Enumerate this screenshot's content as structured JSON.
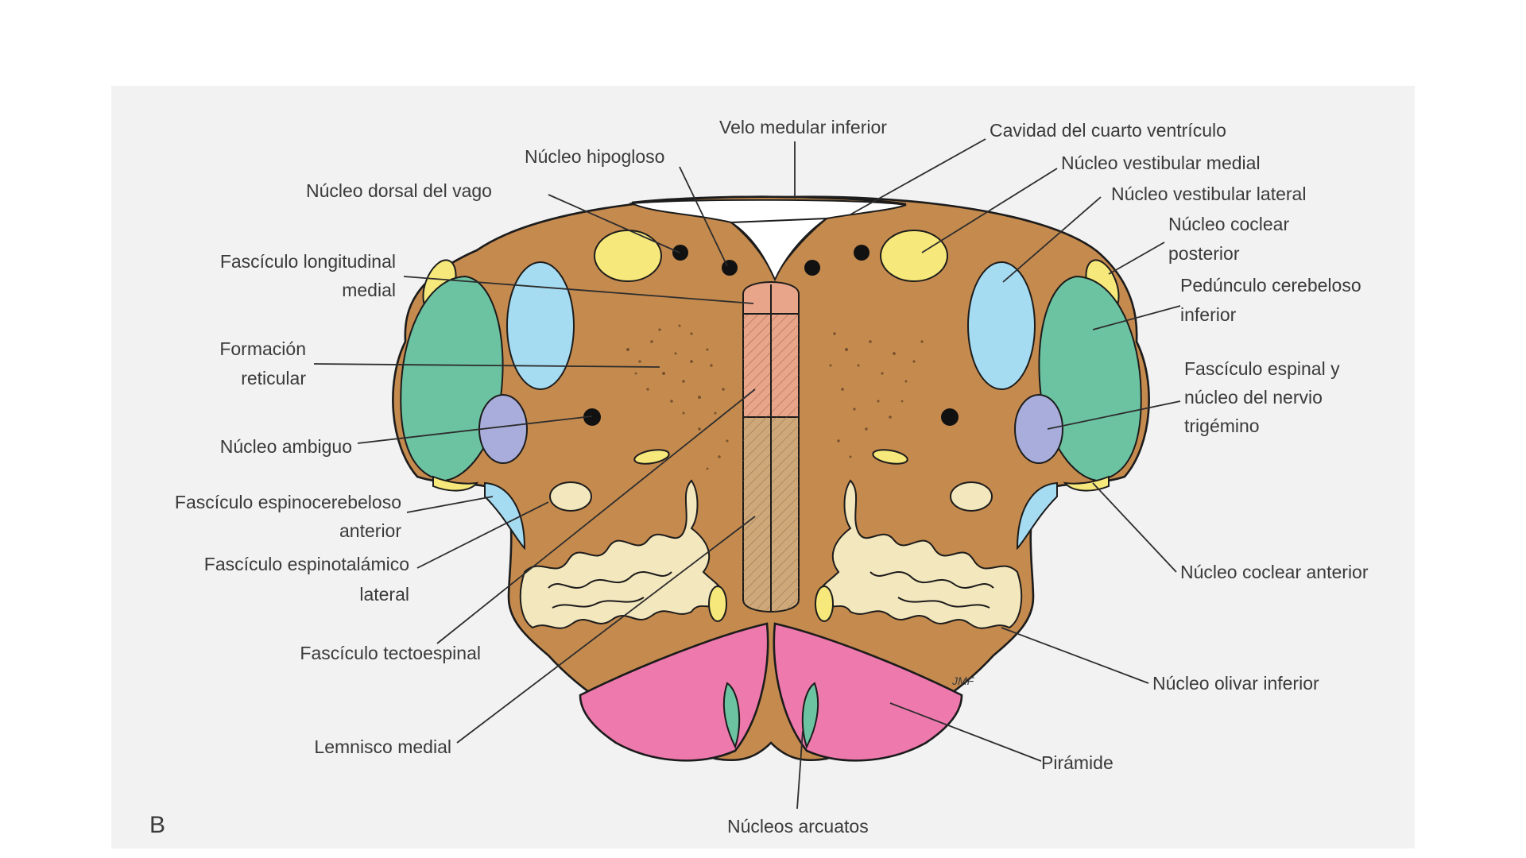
{
  "panel_letter": "B",
  "signature": "JMF",
  "colors": {
    "panel_bg": "#f2f2f2",
    "tissue": "#c58a4e",
    "yellow": "#f6e87a",
    "light_blue": "#a6dcf2",
    "green": "#6cc3a2",
    "lavender": "#a9addb",
    "cream": "#f3e7bd",
    "pink": "#ee79ad",
    "midline_upper": "#e8a58a",
    "midline_lower": "#cfa87a"
  },
  "labels": {
    "velo_medular_inferior": "Velo medular inferior",
    "cavidad_cuarto_ventriculo": "Cavidad del cuarto ventrículo",
    "nucleo_hipogloso": "Núcleo hipogloso",
    "nucleo_dorsal_vago": "Núcleo dorsal del vago",
    "fasciculo_longitudinal_medial": [
      "Fascículo longitudinal",
      "medial"
    ],
    "formacion_reticular": [
      "Formación",
      "reticular"
    ],
    "nucleo_ambiguo": "Núcleo ambiguo",
    "fasciculo_espinocerebeloso_anterior": [
      "Fascículo espinocerebeloso",
      "anterior"
    ],
    "fasciculo_espinotalamico_lateral": [
      "Fascículo espinotalámico",
      "lateral"
    ],
    "fasciculo_tectoespinal": "Fascículo tectoespinal",
    "lemnisco_medial": "Lemnisco medial",
    "nucleo_vestibular_medial": "Núcleo vestibular medial",
    "nucleo_vestibular_lateral": "Núcleo vestibular lateral",
    "nucleo_coclear_posterior": [
      "Núcleo coclear",
      "posterior"
    ],
    "pedunculo_cerebeloso_inferior": [
      "Pedúnculo cerebeloso",
      "inferior"
    ],
    "fasciculo_espinal_trigemino": [
      "Fascículo espinal y",
      "núcleo del nervio",
      "trigémino"
    ],
    "nucleo_coclear_anterior": "Núcleo coclear anterior",
    "nucleo_olivar_inferior": "Núcleo olivar inferior",
    "piramide": "Pirámide",
    "nucleos_arcuatos": "Núcleos arcuatos"
  }
}
